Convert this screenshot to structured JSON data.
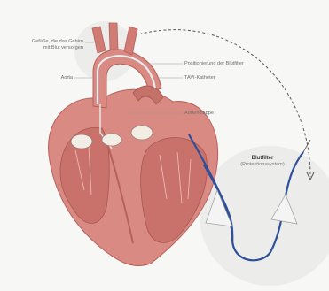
{
  "labels": {
    "vessels_line1": "Gefäße, die das Gehirn",
    "vessels_line2": "mit Blut versorgen",
    "aorta": "Aorta",
    "filter_position": "Positionierung der Blutfilter",
    "tavi_catheter": "TAVI-Katheter",
    "aortic_valve": "Aortenklappe",
    "filter_title": "Blutfilter",
    "filter_subtitle": "(Protektionssystem)"
  },
  "colors": {
    "background": "#f7f7f5",
    "heart": "#d98b83",
    "heart_dark": "#b8605b",
    "chamber": "#c9716b",
    "catheter_blue": "#2e4f9a",
    "leader": "#999999"
  }
}
